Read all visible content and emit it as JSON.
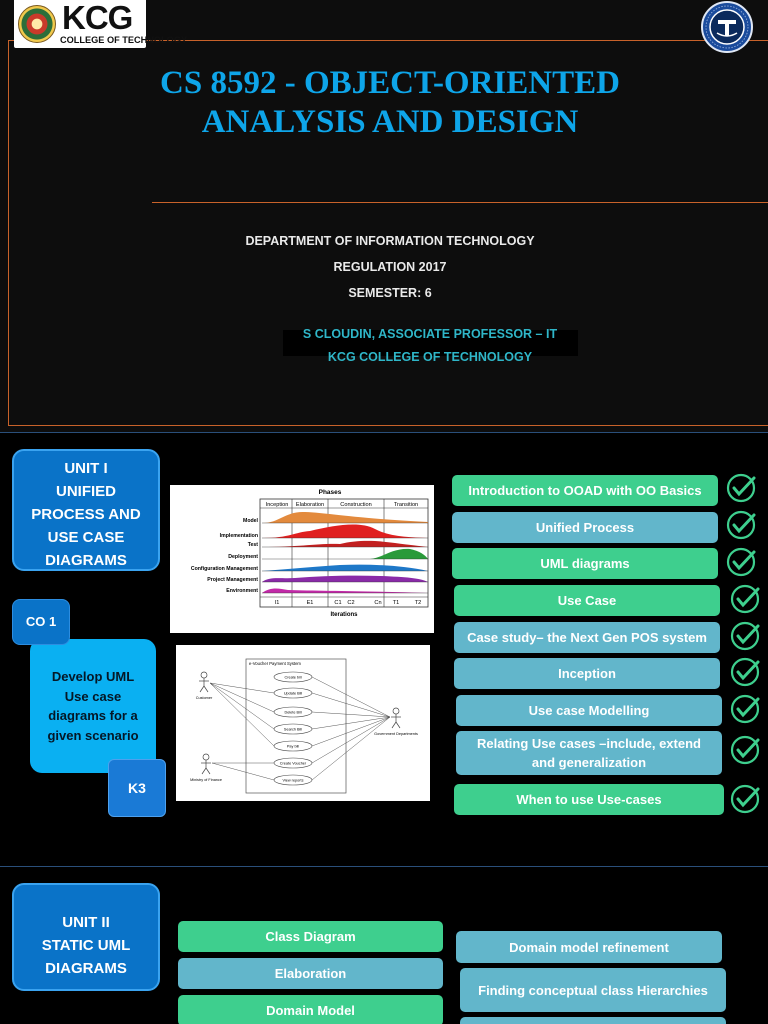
{
  "slide1": {
    "logo": {
      "name": "KCG",
      "subtitle": "COLLEGE OF TECHNOLOGY"
    },
    "title_line1": "CS 8592 - OBJECT-ORIENTED",
    "title_line2": "ANALYSIS AND DESIGN",
    "department": "DEPARTMENT OF INFORMATION TECHNOLOGY",
    "regulation": "REGULATION 2017",
    "semester": "SEMESTER:  6",
    "author": "S CLOUDIN, ASSOCIATE PROFESSOR – IT",
    "institution": "KCG COLLEGE OF TECHNOLOGY"
  },
  "slide2": {
    "unit_line1": "UNIT I",
    "unit_line2": "UNIFIED",
    "unit_line3": "PROCESS AND",
    "unit_line4": "USE CASE",
    "unit_line5": "DIAGRAMS",
    "co": "CO 1",
    "outcome_line1": "Develop UML",
    "outcome_line2": "Use case",
    "outcome_line3": "diagrams for a",
    "outcome_line4": "given scenario",
    "level": "K3",
    "phases_figure": {
      "title": "Phases",
      "phases": [
        "Inception",
        "Elaboration",
        "Construction",
        "Transition"
      ],
      "disciplines": [
        "Model",
        "Implementation",
        "Test",
        "Deployment",
        "Configuration Management",
        "Project Management",
        "Environment"
      ],
      "iterations": [
        "I1",
        "E1",
        "C1",
        "C2",
        "Cn",
        "T1",
        "T2"
      ],
      "xlabel": "Iterations"
    },
    "usecase_figure": {
      "system": "e-Voucher Payment System",
      "actors": [
        "Customer",
        "Ministry of Finance",
        "Government Departments"
      ],
      "usecases": [
        "Create bill",
        "Update Bill",
        "Delete Bill",
        "Search Bill",
        "Pay bill",
        "Create Voucher",
        "View reports"
      ]
    },
    "topics": [
      "Introduction to OOAD with OO Basics",
      "Unified Process",
      "UML diagrams",
      "Use Case",
      "Case study– the Next Gen POS system",
      "Inception",
      "Use case Modelling",
      "Relating Use cases –include, extend",
      "and generalization",
      "When to use Use-cases"
    ],
    "colors": {
      "green": "#3ecf8e",
      "teal": "#62b6cb",
      "check": "#3ecf8e"
    }
  },
  "slide3": {
    "unit_line1": "UNIT II",
    "unit_line2": "STATIC UML",
    "unit_line3": "DIAGRAMS",
    "left_topics": [
      "Class Diagram",
      "Elaboration",
      "Domain Model"
    ],
    "right_topics": [
      "Domain model refinement",
      "Finding conceptual class Hierarchies"
    ]
  }
}
